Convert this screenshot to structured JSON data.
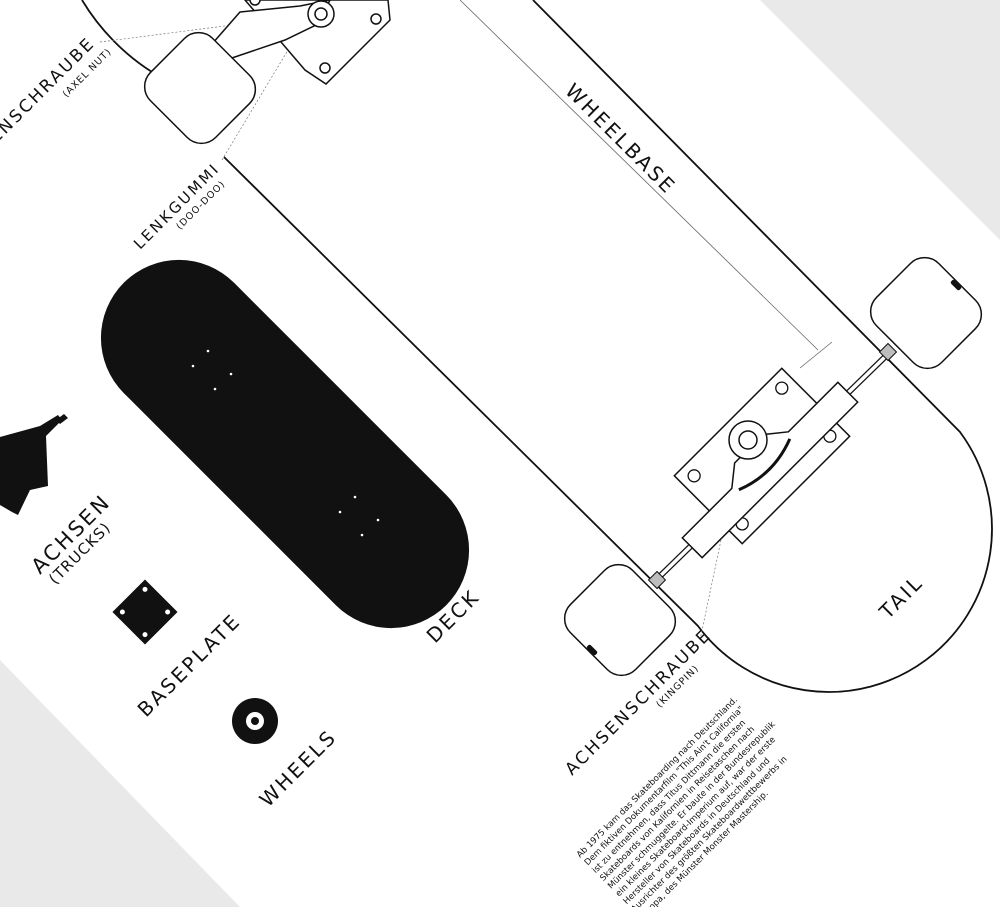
{
  "labels": {
    "axle_nut": "ACHSENSCHRAUBE",
    "axle_nut_sub": "(AXEL NUT)",
    "doodoo": "LENKGUMMI",
    "doodoo_sub": "(DOO-DOO)",
    "wheelbase": "WHEELBASE",
    "tail": "TAIL",
    "kingpin": "ACHSENSCHRAUBE",
    "kingpin_sub": "(KINGPIN)",
    "trucks": "ACHSEN",
    "trucks_sub": "(TRUCKS)",
    "baseplate": "BASEPLATE",
    "wheels": "WHEELS",
    "deck": "DECK"
  },
  "paragraph": [
    "Ab 1975 kam das Skateboarding nach Deutschland.",
    "Dem fiktiven Dokumentarfilm \"This Ain't California\"",
    "ist zu entnehmen, dass Titus Dittmann die ersten",
    "Skateboards von Kalifornien in Reisetaschen nach",
    "Münster schmuggelte. Er baute in der Bundesrepublik",
    "ein kleines Skateboard-Imperium auf, war der erste",
    "Hersteller von Skateboards in Deutschland und",
    "Ausrichter des größten Skateboardwettbewerbs in",
    "Europa, des Münster Monster Mastership."
  ],
  "colors": {
    "ink": "#111111",
    "paper": "#ffffff",
    "background": "#e9e9e9",
    "bolt": "#bdbdbd"
  }
}
